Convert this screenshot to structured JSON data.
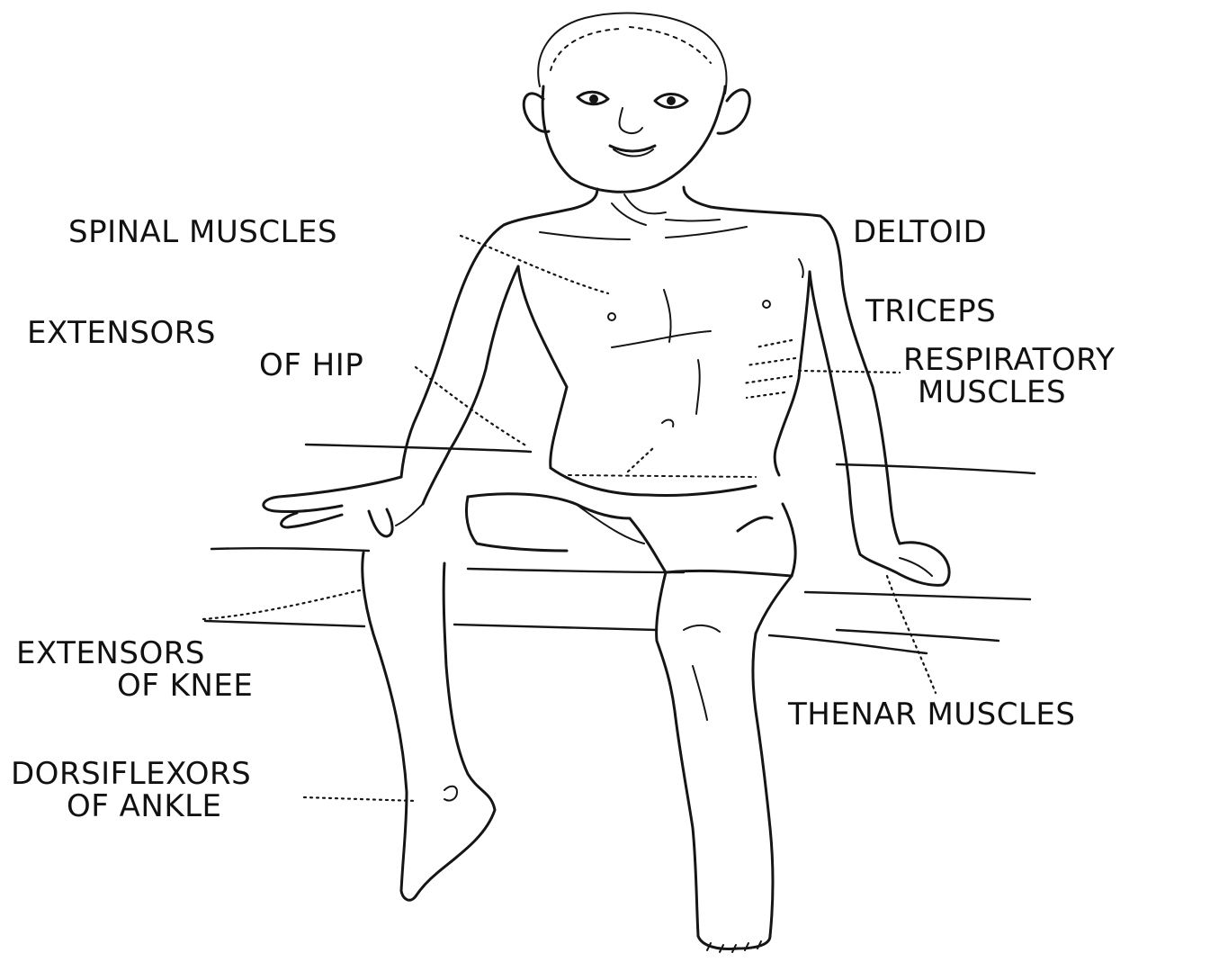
{
  "labels": {
    "spinal_muscles": "SPINAL MUSCLES",
    "deltoid": "DELTOID",
    "triceps": "TRICEPS",
    "extensors_of_hip": [
      "EXTENSORS",
      "OF HIP"
    ],
    "respiratory_muscles": [
      "RESPIRATORY",
      "MUSCLES"
    ],
    "extensors_of_knee": [
      "EXTENSORS",
      "OF KNEE"
    ],
    "thenar_muscles": "THENAR MUSCLES",
    "dorsiflexors_of_ankle": [
      "DORSIFLEXORS",
      "OF ANKLE"
    ]
  }
}
